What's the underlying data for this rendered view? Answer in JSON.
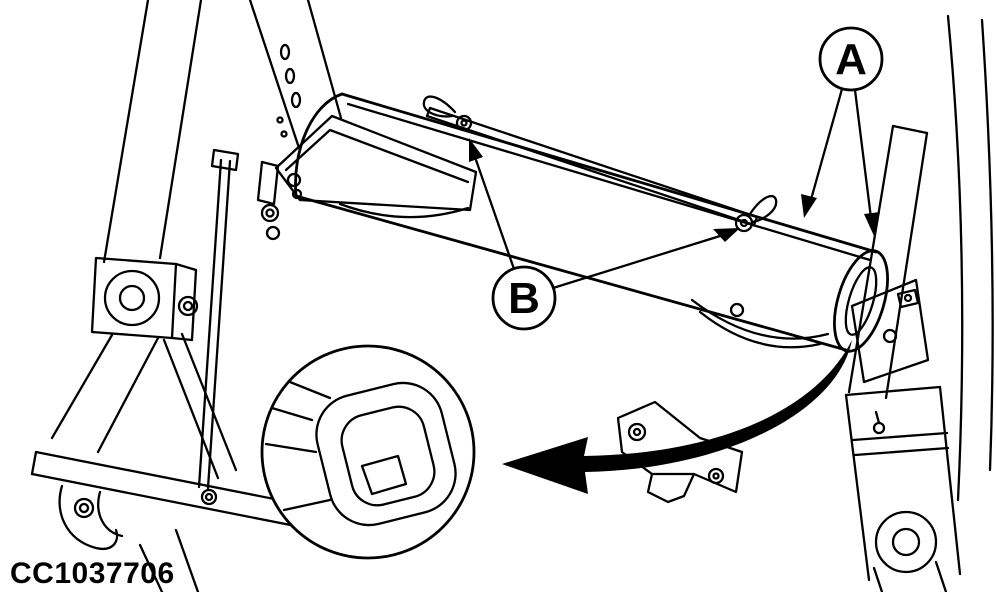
{
  "figure": {
    "id": "CC1037706",
    "type": "service-manual-illustration"
  },
  "callouts": {
    "a": {
      "label": "A"
    },
    "b": {
      "label": "B"
    }
  },
  "colors": {
    "background": "#ffffff",
    "line": "#000000"
  }
}
